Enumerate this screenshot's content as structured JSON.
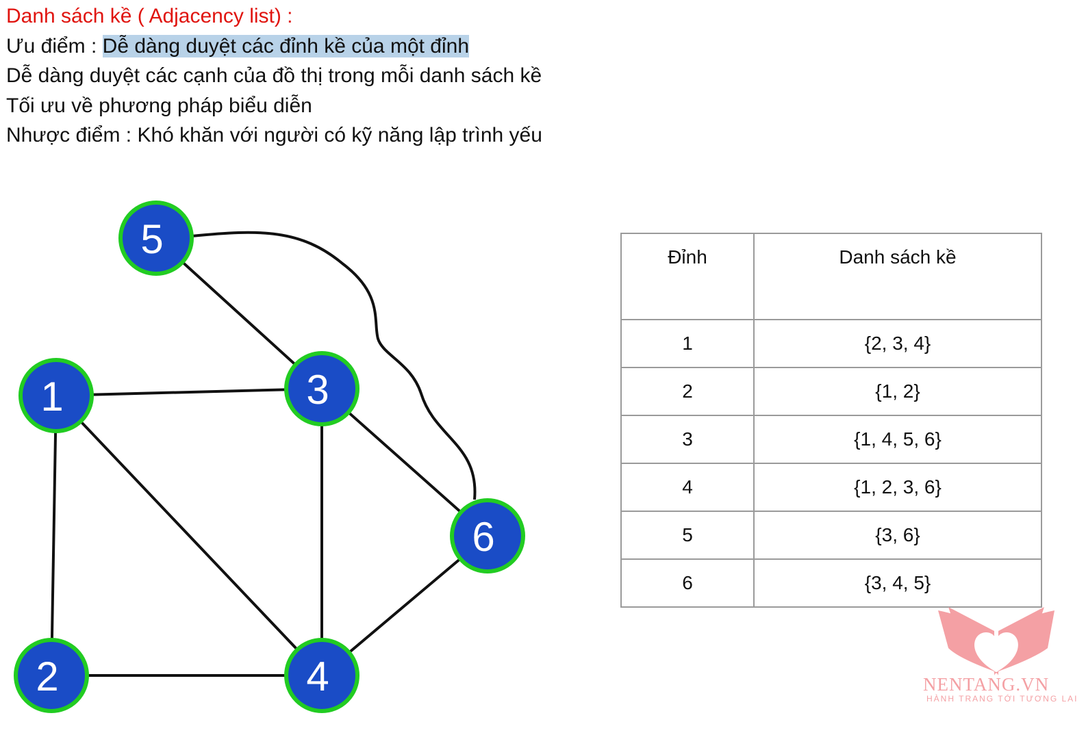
{
  "text": {
    "title": "Danh sách kề ( Adjacency list) :",
    "pros_label": "Ưu điểm : ",
    "pros_1": "Dễ dàng duyệt các đỉnh kề của một đỉnh",
    "pros_2": "Dễ dàng duyệt các cạnh của đồ thị trong mỗi danh sách kề",
    "pros_3": "Tối ưu về phương pháp biểu diễn",
    "cons": "Nhược điểm : Khó khăn với người có kỹ năng lập trình yếu"
  },
  "graph": {
    "nodes": [
      "1",
      "2",
      "3",
      "4",
      "5",
      "6"
    ],
    "edges": [
      [
        "5",
        "3"
      ],
      [
        "1",
        "3"
      ],
      [
        "1",
        "2"
      ],
      [
        "1",
        "4"
      ],
      [
        "3",
        "4"
      ],
      [
        "3",
        "6"
      ],
      [
        "2",
        "4"
      ],
      [
        "4",
        "6"
      ],
      [
        "5",
        "6"
      ]
    ],
    "node_fill": "#1a4cc6",
    "node_stroke": "#22cc22"
  },
  "table": {
    "headers": [
      "Đỉnh",
      "Danh sách kề"
    ],
    "rows": [
      [
        "1",
        "{2, 3, 4}"
      ],
      [
        "2",
        "{1, 2}"
      ],
      [
        "3",
        "{1, 4, 5, 6}"
      ],
      [
        "4",
        "{1, 2, 3, 6}"
      ],
      [
        "5",
        "{3, 6}"
      ],
      [
        "6",
        "{3, 4, 5}"
      ]
    ]
  },
  "logo": {
    "brand": "NENTANG.VN",
    "slogan": "HÀNH TRANG TỚI TƯƠNG LAI",
    "color": "#f4a0a4"
  }
}
